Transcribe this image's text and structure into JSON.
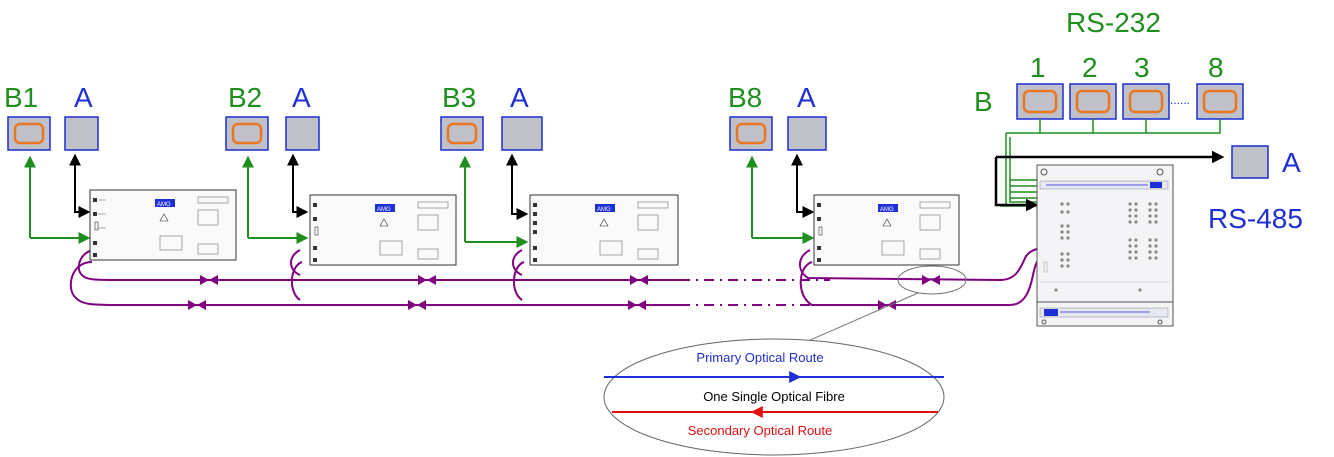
{
  "colors": {
    "green": "#1f8f1f",
    "blue": "#1f2fd6",
    "purple": "#800080",
    "red": "#e01010",
    "orange": "#e87722",
    "box_fill": "#c0c0c8",
    "box_stroke": "#1a2fd0"
  },
  "units": [
    {
      "b_label": "B1",
      "a_label": "A",
      "brand": "AMG"
    },
    {
      "b_label": "B2",
      "a_label": "A",
      "brand": "AMG"
    },
    {
      "b_label": "B3",
      "a_label": "A",
      "brand": "AMG"
    },
    {
      "b_label": "B8",
      "a_label": "A",
      "brand": "AMG"
    }
  ],
  "rs232": {
    "title": "RS-232",
    "b_label": "B",
    "ports": [
      "1",
      "2",
      "3",
      "8"
    ],
    "ellipsis": "......"
  },
  "rs485": {
    "a_label": "A",
    "title": "RS-485"
  },
  "callout": {
    "primary": "Primary Optical Route",
    "fibre": "One Single Optical Fibre",
    "secondary": "Secondary Optical Route"
  },
  "icons": {
    "serial_port": "serial-port-icon",
    "device": "terminal-box-icon",
    "fibre_connector": "fibre-connector-icon"
  }
}
